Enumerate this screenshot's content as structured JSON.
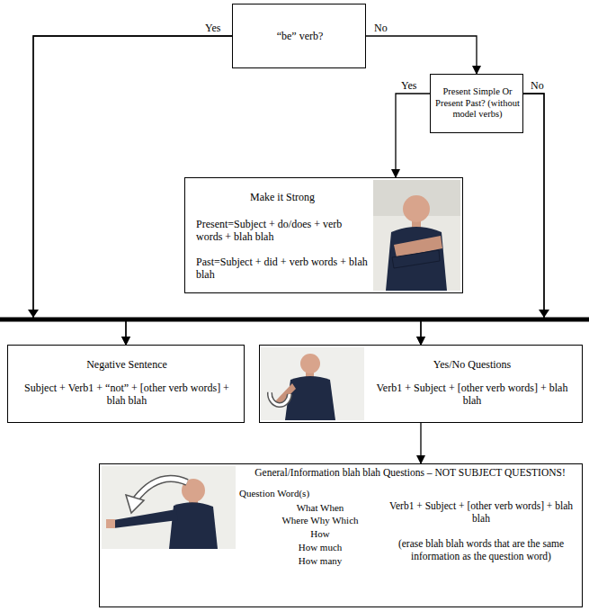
{
  "diagram": {
    "nodes": [
      {
        "text": [
          "“be” verb?"
        ]
      },
      {
        "text": [
          "Present Simple Or Present Past? (without model verbs)"
        ]
      },
      {
        "text": [
          "Make it Strong",
          "Present=Subject + do/does + verb words + blah blah",
          "Past=Subject + did + verb words + blah blah"
        ]
      },
      {
        "text": [
          "Negative Sentence",
          "Subject + Verb1 + “not” + [other verb words] + blah blah"
        ]
      },
      {
        "text": [
          "Yes/No Questions",
          "Verb1 + Subject + [other verb words] + blah blah"
        ]
      },
      {
        "text": [
          "General/Information blah blah Questions – NOT SUBJECT QUESTIONS!",
          "Question Word(s)",
          "What When",
          "Where Why Which",
          "How",
          "How much",
          "How many",
          "Verb1 + Subject + [other verb words] + blah blah",
          "(erase blah blah words that are the same information as the question word)"
        ]
      }
    ],
    "edges": [
      {
        "from": 0,
        "to": 1,
        "label": "No",
        "arrow": "to"
      },
      {
        "from": 1,
        "to": 2,
        "label": "Yes",
        "arrow": "to"
      },
      {
        "from": 0,
        "to": 3,
        "label": "Yes",
        "arrow": "to"
      },
      {
        "from": 0,
        "to": 4,
        "arrow": "to"
      },
      {
        "from": 1,
        "to": 3,
        "label": "No",
        "arrow": "to"
      },
      {
        "from": 1,
        "to": 4,
        "arrow": "to"
      },
      {
        "from": 4,
        "to": 5,
        "arrow": "to"
      }
    ]
  }
}
